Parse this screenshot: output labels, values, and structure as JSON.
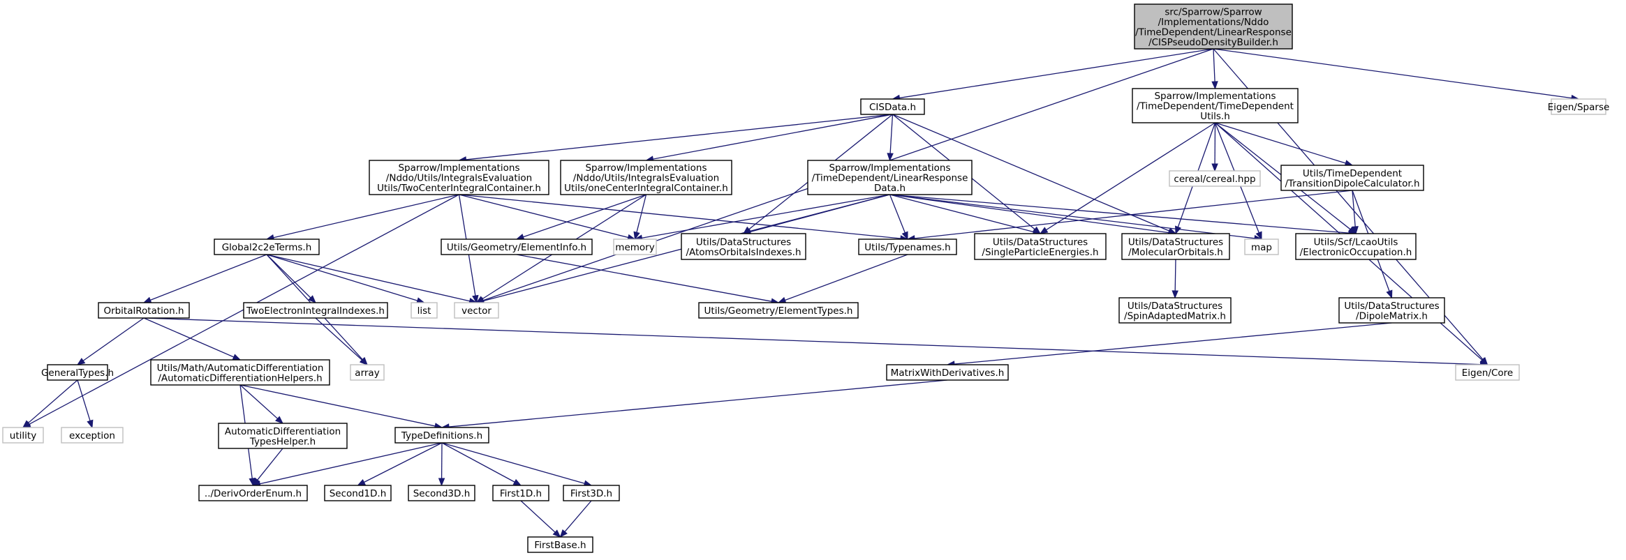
{
  "colors": {
    "edge": "#191970",
    "root_fill": "#bfbfbf",
    "node_fill": "#ffffff",
    "node_border": "#000000",
    "external_border": "#bfbfbf"
  },
  "nodes": {
    "root": {
      "lines": [
        "src/Sparrow/Sparrow",
        "/Implementations/Nddo",
        "/TimeDependent/LinearResponse",
        "/CISPseudoDensityBuilder.h"
      ]
    },
    "cisdata": {
      "lines": [
        "CISData.h"
      ]
    },
    "tdutils": {
      "lines": [
        "Sparrow/Implementations",
        "/TimeDependent/TimeDependent",
        "Utils.h"
      ]
    },
    "eigen_sparse": {
      "lines": [
        "Eigen/Sparse"
      ]
    },
    "twocenter": {
      "lines": [
        "Sparrow/Implementations",
        "/Nddo/Utils/IntegralsEvaluation",
        "Utils/TwoCenterIntegralContainer.h"
      ]
    },
    "onecenter": {
      "lines": [
        "Sparrow/Implementations",
        "/Nddo/Utils/IntegralsEvaluation",
        "Utils/oneCenterIntegralContainer.h"
      ]
    },
    "lrdata": {
      "lines": [
        "Sparrow/Implementations",
        "/TimeDependent/LinearResponse",
        "Data.h"
      ]
    },
    "cereal": {
      "lines": [
        "cereal/cereal.hpp"
      ]
    },
    "tdc": {
      "lines": [
        "Utils/TimeDependent",
        "/TransitionDipoleCalculator.h"
      ]
    },
    "global2c2e": {
      "lines": [
        "Global2c2eTerms.h"
      ]
    },
    "elementinfo": {
      "lines": [
        "Utils/Geometry/ElementInfo.h"
      ]
    },
    "memory": {
      "lines": [
        "memory"
      ]
    },
    "atomsorb": {
      "lines": [
        "Utils/DataStructures",
        "/AtomsOrbitalsIndexes.h"
      ]
    },
    "typenames": {
      "lines": [
        "Utils/Typenames.h"
      ]
    },
    "singleparticle": {
      "lines": [
        "Utils/DataStructures",
        "/SingleParticleEnergies.h"
      ]
    },
    "molorb": {
      "lines": [
        "Utils/DataStructures",
        "/MolecularOrbitals.h"
      ]
    },
    "map": {
      "lines": [
        "map"
      ]
    },
    "elecocc": {
      "lines": [
        "Utils/Scf/LcaoUtils",
        "/ElectronicOccupation.h"
      ]
    },
    "orbrot": {
      "lines": [
        "OrbitalRotation.h"
      ]
    },
    "teiidx": {
      "lines": [
        "TwoElectronIntegralIndexes.h"
      ]
    },
    "list": {
      "lines": [
        "list"
      ]
    },
    "vector": {
      "lines": [
        "vector"
      ]
    },
    "elementtypes": {
      "lines": [
        "Utils/Geometry/ElementTypes.h"
      ]
    },
    "spinadapted": {
      "lines": [
        "Utils/DataStructures",
        "/SpinAdaptedMatrix.h"
      ]
    },
    "dipolematrix": {
      "lines": [
        "Utils/DataStructures",
        "/DipoleMatrix.h"
      ]
    },
    "generaltypes": {
      "lines": [
        "GeneralTypes.h"
      ]
    },
    "autodiffhelpers": {
      "lines": [
        "Utils/Math/AutomaticDifferentiation",
        "/AutomaticDifferentiationHelpers.h"
      ]
    },
    "array": {
      "lines": [
        "array"
      ]
    },
    "matrixwd": {
      "lines": [
        "MatrixWithDerivatives.h"
      ]
    },
    "eigen_core": {
      "lines": [
        "Eigen/Core"
      ]
    },
    "utility": {
      "lines": [
        "utility"
      ]
    },
    "exception": {
      "lines": [
        "exception"
      ]
    },
    "autodifftypes": {
      "lines": [
        "AutomaticDifferentiation",
        "TypesHelper.h"
      ]
    },
    "typedefs": {
      "lines": [
        "TypeDefinitions.h"
      ]
    },
    "derivorder": {
      "lines": [
        "../DerivOrderEnum.h"
      ]
    },
    "second1d": {
      "lines": [
        "Second1D.h"
      ]
    },
    "second3d": {
      "lines": [
        "Second3D.h"
      ]
    },
    "first1d": {
      "lines": [
        "First1D.h"
      ]
    },
    "first3d": {
      "lines": [
        "First3D.h"
      ]
    },
    "firstbase": {
      "lines": [
        "FirstBase.h"
      ]
    }
  },
  "edges": [
    [
      "root",
      "cisdata"
    ],
    [
      "root",
      "tdutils"
    ],
    [
      "root",
      "eigen_sparse"
    ],
    [
      "root",
      "vector"
    ],
    [
      "root",
      "eigen_core"
    ],
    [
      "cisdata",
      "twocenter"
    ],
    [
      "cisdata",
      "onecenter"
    ],
    [
      "cisdata",
      "lrdata"
    ],
    [
      "cisdata",
      "atomsorb"
    ],
    [
      "cisdata",
      "singleparticle"
    ],
    [
      "cisdata",
      "molorb"
    ],
    [
      "tdutils",
      "cereal"
    ],
    [
      "tdutils",
      "tdc"
    ],
    [
      "tdutils",
      "singleparticle"
    ],
    [
      "tdutils",
      "molorb"
    ],
    [
      "tdutils",
      "map"
    ],
    [
      "tdutils",
      "elecocc"
    ],
    [
      "tdutils",
      "eigen_core"
    ],
    [
      "twocenter",
      "global2c2e"
    ],
    [
      "twocenter",
      "memory"
    ],
    [
      "twocenter",
      "typenames"
    ],
    [
      "twocenter",
      "vector"
    ],
    [
      "twocenter",
      "utility"
    ],
    [
      "onecenter",
      "elementinfo"
    ],
    [
      "onecenter",
      "memory"
    ],
    [
      "onecenter",
      "vector"
    ],
    [
      "lrdata",
      "memory"
    ],
    [
      "lrdata",
      "atomsorb"
    ],
    [
      "lrdata",
      "typenames"
    ],
    [
      "lrdata",
      "singleparticle"
    ],
    [
      "lrdata",
      "molorb"
    ],
    [
      "lrdata",
      "map"
    ],
    [
      "lrdata",
      "elecocc"
    ],
    [
      "lrdata",
      "vector"
    ],
    [
      "tdc",
      "typenames"
    ],
    [
      "tdc",
      "elecocc"
    ],
    [
      "tdc",
      "dipolematrix"
    ],
    [
      "global2c2e",
      "orbrot"
    ],
    [
      "global2c2e",
      "teiidx"
    ],
    [
      "global2c2e",
      "list"
    ],
    [
      "global2c2e",
      "vector"
    ],
    [
      "global2c2e",
      "array"
    ],
    [
      "elementinfo",
      "elementtypes"
    ],
    [
      "typenames",
      "elementtypes"
    ],
    [
      "molorb",
      "spinadapted"
    ],
    [
      "orbrot",
      "generaltypes"
    ],
    [
      "orbrot",
      "autodiffhelpers"
    ],
    [
      "orbrot",
      "eigen_core"
    ],
    [
      "teiidx",
      "array"
    ],
    [
      "dipolematrix",
      "matrixwd"
    ],
    [
      "matrixwd",
      "typedefs"
    ],
    [
      "generaltypes",
      "utility"
    ],
    [
      "generaltypes",
      "exception"
    ],
    [
      "autodiffhelpers",
      "autodifftypes"
    ],
    [
      "autodiffhelpers",
      "typedefs"
    ],
    [
      "autodiffhelpers",
      "derivorder"
    ],
    [
      "autodifftypes",
      "derivorder"
    ],
    [
      "typedefs",
      "derivorder"
    ],
    [
      "typedefs",
      "second1d"
    ],
    [
      "typedefs",
      "second3d"
    ],
    [
      "typedefs",
      "first1d"
    ],
    [
      "typedefs",
      "first3d"
    ],
    [
      "first1d",
      "firstbase"
    ],
    [
      "first3d",
      "firstbase"
    ]
  ]
}
